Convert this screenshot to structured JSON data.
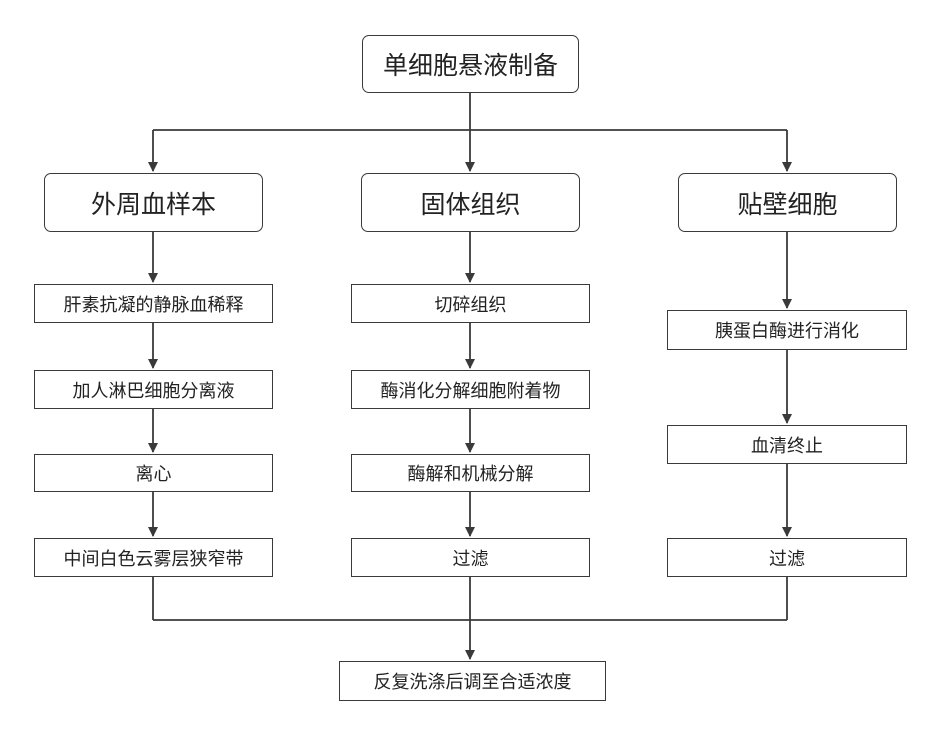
{
  "root": "单细胞悬液制备",
  "branches": [
    {
      "title": "外周血样本",
      "steps": [
        "肝素抗凝的静脉血稀释",
        "加人淋巴细胞分离液",
        "离心",
        "中间白色云雾层狭窄带"
      ]
    },
    {
      "title": "固体组织",
      "steps": [
        "切碎组织",
        "酶消化分解细胞附着物",
        "酶解和机械分解",
        "过滤"
      ]
    },
    {
      "title": "贴壁细胞",
      "steps": [
        "胰蛋白酶进行消化",
        "血清终止",
        "过滤"
      ]
    }
  ],
  "final": "反复洗涤后调至合适浓度"
}
